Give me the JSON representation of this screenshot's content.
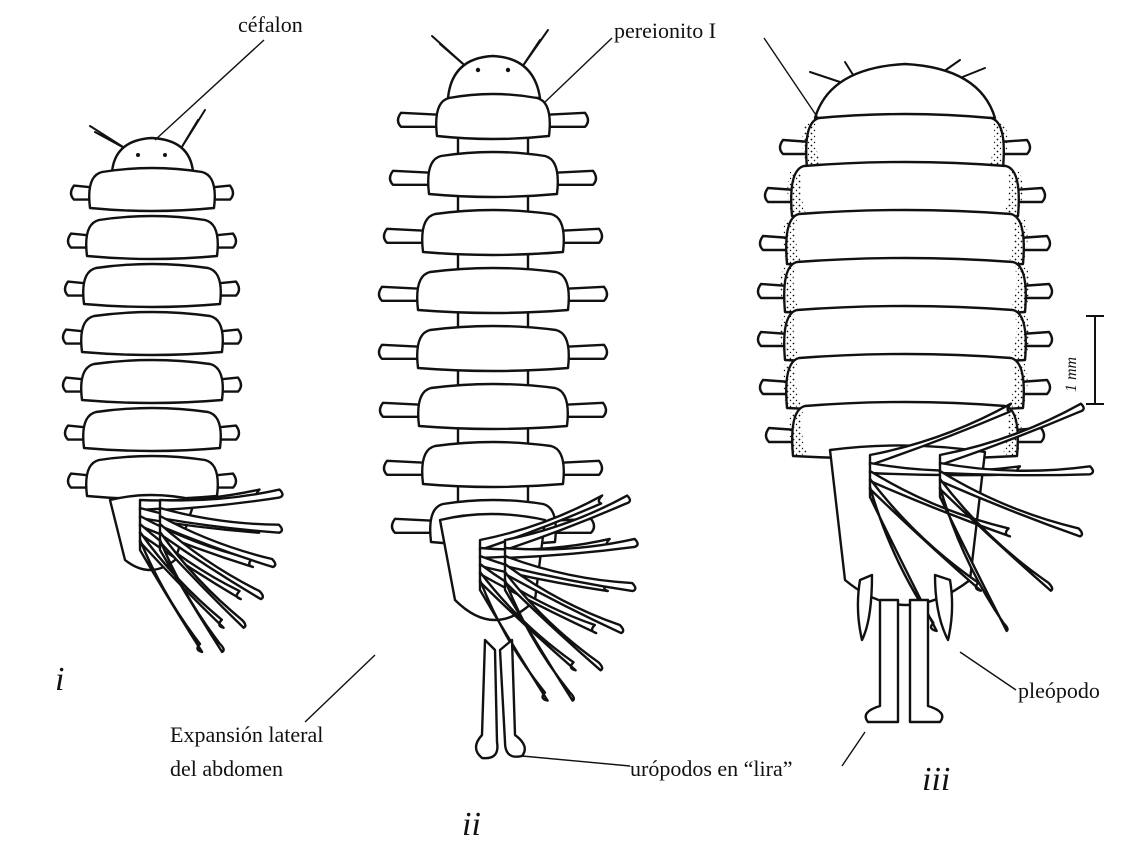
{
  "labels": {
    "cefalon": "céfalon",
    "pereionito": "pereionito I",
    "expansion_line1": "Expansión lateral",
    "expansion_line2": "del abdomen",
    "uropodos": "urópodos en “lira”",
    "pleopodo": "pleópodo",
    "scale": "1 mm"
  },
  "specimens": [
    {
      "id": "i",
      "label": "i"
    },
    {
      "id": "ii",
      "label": "ii"
    },
    {
      "id": "iii",
      "label": "iii"
    }
  ]
}
